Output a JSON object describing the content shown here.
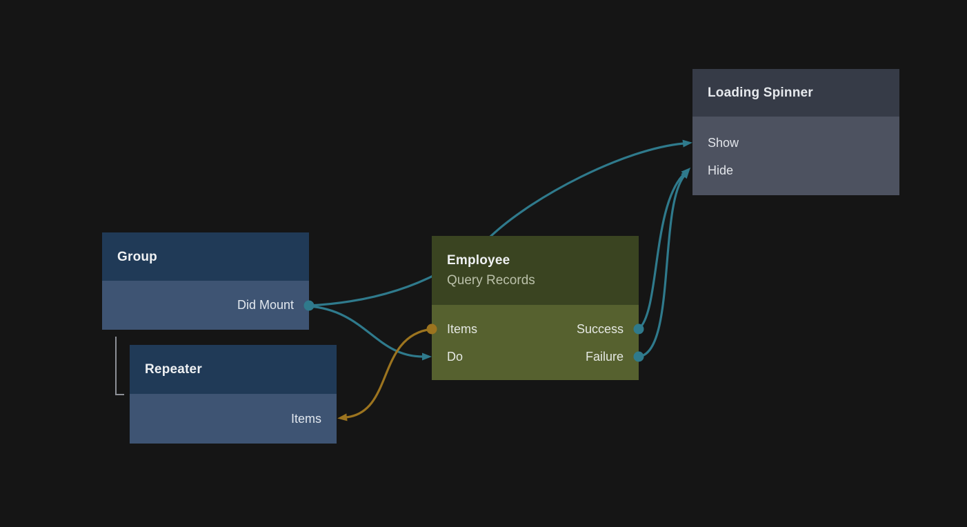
{
  "canvas": {
    "background": "#151515"
  },
  "colors": {
    "edge_teal": "#2F7A8C",
    "edge_amber": "#9C741F",
    "hierarchy_line": "#8D9097",
    "blue_header": "#203A57",
    "blue_body": "#3E5473",
    "olive_header": "#3A4421",
    "olive_body": "#56612F",
    "slate_header": "#363B47",
    "slate_body": "#4D5260"
  },
  "nodes": {
    "group": {
      "title": "Group",
      "port_did_mount": "Did Mount"
    },
    "repeater": {
      "title": "Repeater",
      "port_items": "Items"
    },
    "employee": {
      "title": "Employee",
      "subtitle": "Query Records",
      "port_items": "Items",
      "port_do": "Do",
      "port_success": "Success",
      "port_failure": "Failure"
    },
    "loading_spinner": {
      "title": "Loading Spinner",
      "port_show": "Show",
      "port_hide": "Hide"
    }
  },
  "edges": [
    {
      "from": "Group.Did Mount",
      "to": "Loading Spinner.Show",
      "color": "#2F7A8C"
    },
    {
      "from": "Group.Did Mount",
      "to": "Employee.Do",
      "color": "#2F7A8C"
    },
    {
      "from": "Employee.Success",
      "to": "Loading Spinner.Hide",
      "color": "#2F7A8C"
    },
    {
      "from": "Employee.Failure",
      "to": "Loading Spinner.Hide",
      "color": "#2F7A8C"
    },
    {
      "from": "Employee.Items",
      "to": "Repeater.Items",
      "color": "#9C741F"
    }
  ],
  "hierarchy": {
    "parent": "Group",
    "child": "Repeater"
  }
}
